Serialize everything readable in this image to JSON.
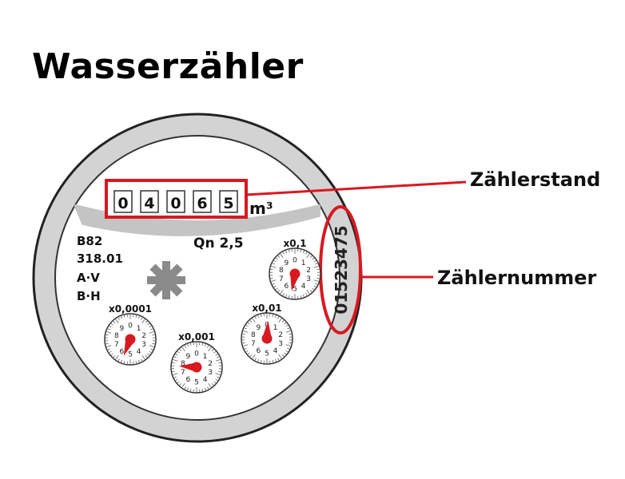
{
  "title": "Wasserzähler",
  "labels": {
    "reading": "Zählerstand",
    "serial": "Zählernummer"
  },
  "meter": {
    "digits": [
      "0",
      "4",
      "0",
      "6",
      "5"
    ],
    "unit": "m³",
    "serial_number": "01523475",
    "model_lines": [
      "B82",
      "318.01",
      "A·V",
      "B·H"
    ],
    "qn": "Qn 2,5",
    "dials": [
      {
        "factor": "x0,1",
        "value": 5.3
      },
      {
        "factor": "x0,01",
        "value": 0.1
      },
      {
        "factor": "x0,001",
        "value": 7.6
      },
      {
        "factor": "x0,0001",
        "value": 5.6
      }
    ],
    "dial_numbers": [
      "0",
      "1",
      "2",
      "3",
      "4",
      "5",
      "6",
      "7",
      "8",
      "9"
    ]
  },
  "colors": {
    "accent": "#d71920",
    "ring": "#d3d3d3",
    "outline": "#222222",
    "band": "#c4c4c4"
  }
}
